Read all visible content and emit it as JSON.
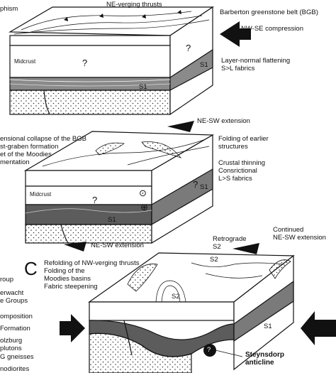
{
  "panel_a": {
    "top_left_fragment": "phism",
    "thrusts_label": "NE-verging thrusts",
    "bgb_label": "Barberton greenstone belt (BGB)",
    "compression_label": "NW-SE compression",
    "flattening_label": "Layer-normal flattening\nS>L fabrics",
    "midcrust_label": "Midcrust",
    "question_1": "?",
    "question_2": "?",
    "s1_front": "S1",
    "s1_side": "S1"
  },
  "panel_b": {
    "extension_top_label": "NE-SW extension",
    "collapse_label": "ensional collapse of the BGB\nst-graben formation\net of the Moodies\nmentation",
    "folding_label": "Folding of earlier\nstructures",
    "thinning_label": "Crustal thinning\nConsrictional\nL>S fabrics",
    "midcrust_label": "Midcrust",
    "question_1": "?",
    "question_2": "?",
    "s1_front": "S1",
    "s1_side": "S1",
    "dot_symbol": "⊙",
    "plus_symbol": "⊕",
    "extension_bottom_label": "NE-SW extension"
  },
  "panel_c": {
    "panel_letter": "C",
    "refolding_label": "Refolding of NW-verging thrusts\nFolding of the\nMoodies basins\nFabric steepening",
    "retrograde_label": "Retrograde\nS2",
    "continued_label": "Continued\nNE-SW extension",
    "s2_top": "S2",
    "s2_middle": "S2",
    "s1_side": "S1",
    "question": "?",
    "anticline_label": "Steynsdorp\nanticline"
  },
  "legend": {
    "items": [
      "roup",
      "erwacht",
      "e Groups",
      "omposition",
      "Formation",
      "olzburg",
      "plutons",
      "G gneisses",
      "nodiorites"
    ]
  }
}
